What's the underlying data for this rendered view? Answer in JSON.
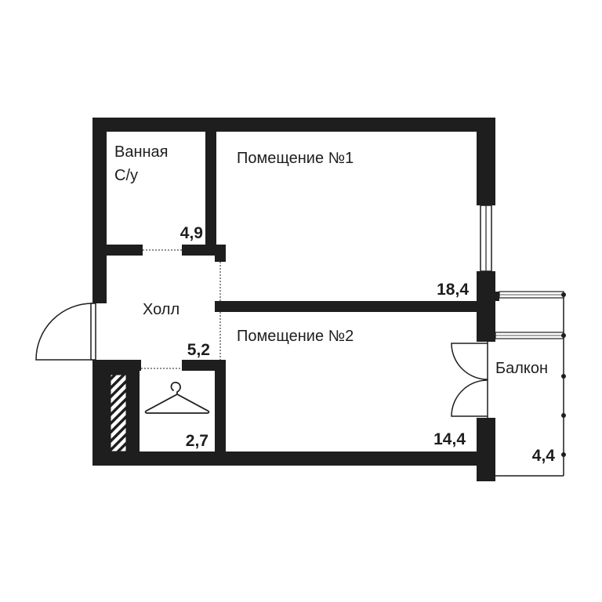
{
  "rooms": {
    "bathroom": {
      "name_line1": "Ванная",
      "name_line2": "С/у",
      "area": "4,9"
    },
    "room1": {
      "name": "Помещение №1",
      "area": "18,4"
    },
    "hall": {
      "name": "Холл",
      "area": "5,2"
    },
    "room2": {
      "name": "Помещение №2",
      "area": "14,4"
    },
    "wardrobe": {
      "area": "2,7"
    },
    "balcony": {
      "name": "Балкон",
      "area": "4,4"
    }
  },
  "icons": {
    "wardrobe": "coat-hanger-icon",
    "shaft": "ventilation-shaft-icon",
    "entrance": "entrance-door-icon",
    "balcony_door": "balcony-door-icon",
    "window": "window-icon"
  },
  "colors": {
    "wall": "#1e1e1e",
    "background": "#ffffff"
  }
}
